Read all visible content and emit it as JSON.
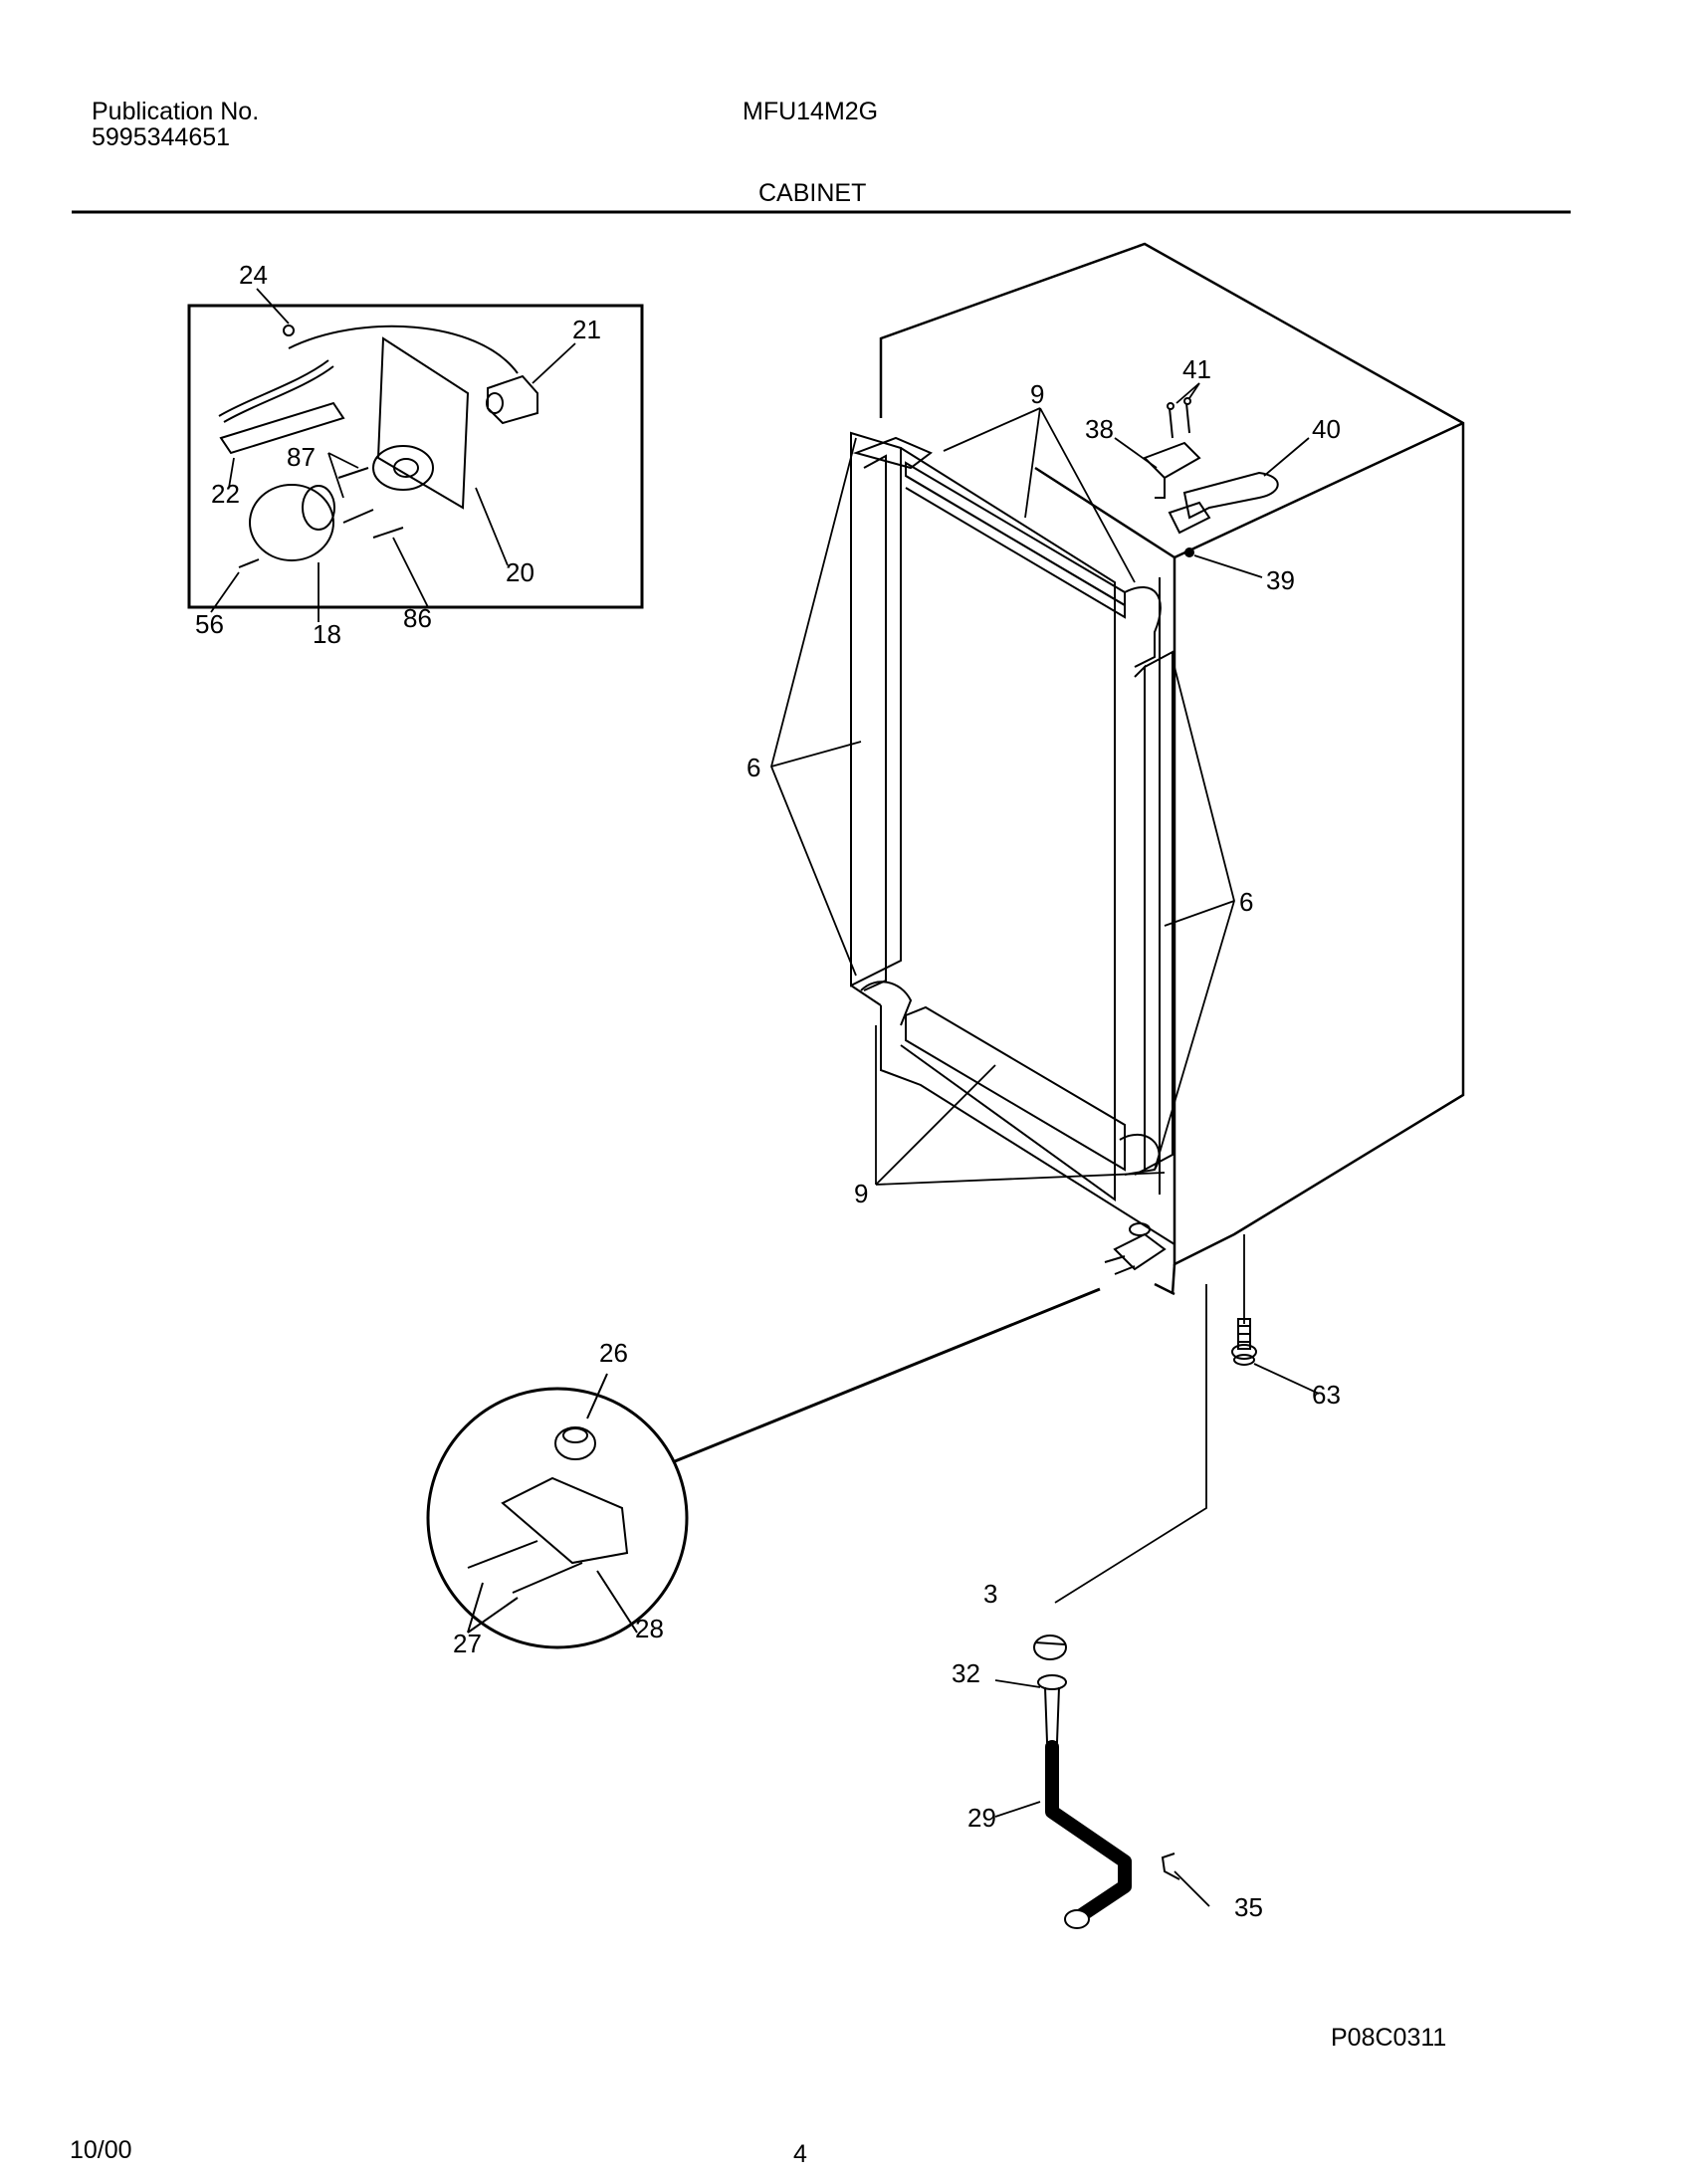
{
  "header": {
    "publication_label": "Publication No.",
    "publication_number": "5995344651",
    "model": "MFU14M2G",
    "section_title": "CABINET"
  },
  "callouts": {
    "c3": "3",
    "c6a": "6",
    "c6b": "6",
    "c9a": "9",
    "c9b": "9",
    "c18": "18",
    "c20": "20",
    "c21": "21",
    "c22": "22",
    "c24": "24",
    "c26": "26",
    "c27": "27",
    "c28": "28",
    "c29": "29",
    "c32": "32",
    "c35": "35",
    "c38": "38",
    "c39": "39",
    "c40": "40",
    "c41": "41",
    "c56": "56",
    "c63": "63",
    "c86": "86",
    "c87": "87"
  },
  "figure_code": "P08C0311",
  "footer": {
    "date": "10/00",
    "page": "4"
  }
}
